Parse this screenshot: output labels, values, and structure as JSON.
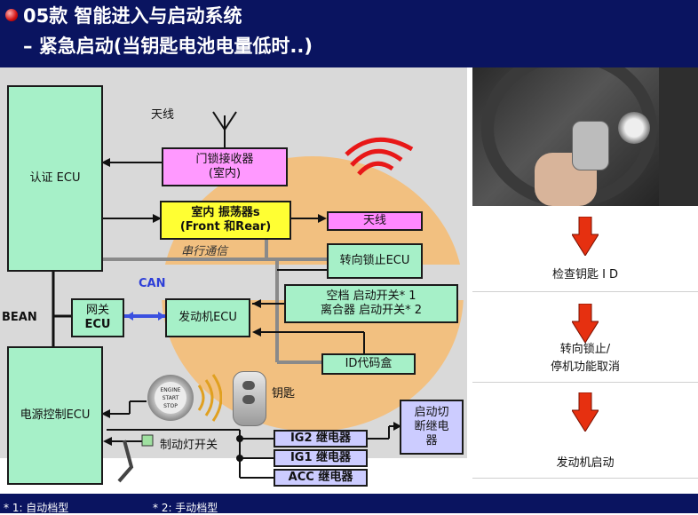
{
  "header": {
    "title_line1": "05款 智能进入与启动系统",
    "title_line2": "– 紧急启动(当钥匙电池电量低时..)"
  },
  "diagram": {
    "auth_ecu": "认证 ECU",
    "antenna_label": "天线",
    "door_receiver": [
      "门锁接收器",
      "(室内)"
    ],
    "oscillator": [
      "室内 振荡器s",
      "(Front 和Rear)"
    ],
    "antenna_box": "天线",
    "serial_comm": "串行通信",
    "steering_lock_ecu": "转向锁止ECU",
    "can_label": "CAN",
    "gateway_ecu": [
      "网关",
      "ECU"
    ],
    "engine_ecu": "发动机ECU",
    "start_switch": [
      "空档 启动开关* 1",
      "离合器 启动开关* 2"
    ],
    "bean_label": "BEAN",
    "id_code_box": "ID代码盒",
    "power_ecu": "电源控制ECU",
    "key_label": "钥匙",
    "brake_switch": "制动灯开关",
    "ig2_relay": "IG2 继电器",
    "ig1_relay": "IG1 继电器",
    "acc_relay": "ACC 继电器",
    "start_cut_relay": [
      "启动切",
      "断继电",
      "器"
    ],
    "engine_button": [
      "ENGINE",
      "START",
      "STOP"
    ]
  },
  "steps": {
    "step1": "检查钥匙 I D",
    "step2_line1": "转向锁止/",
    "step2_line2": "停机功能取消",
    "step3": "发动机启动"
  },
  "footer": {
    "note1": "* 1: 自动档型",
    "note2": "* 2: 手动档型"
  },
  "colors": {
    "header_bg": "#0a1460",
    "ecu_box": "#a6f0c8",
    "oscillator_box": "#ffff33",
    "receiver_box": "#ff99ff",
    "relay_box": "#ccccff",
    "arrow_red": "#e63010"
  }
}
